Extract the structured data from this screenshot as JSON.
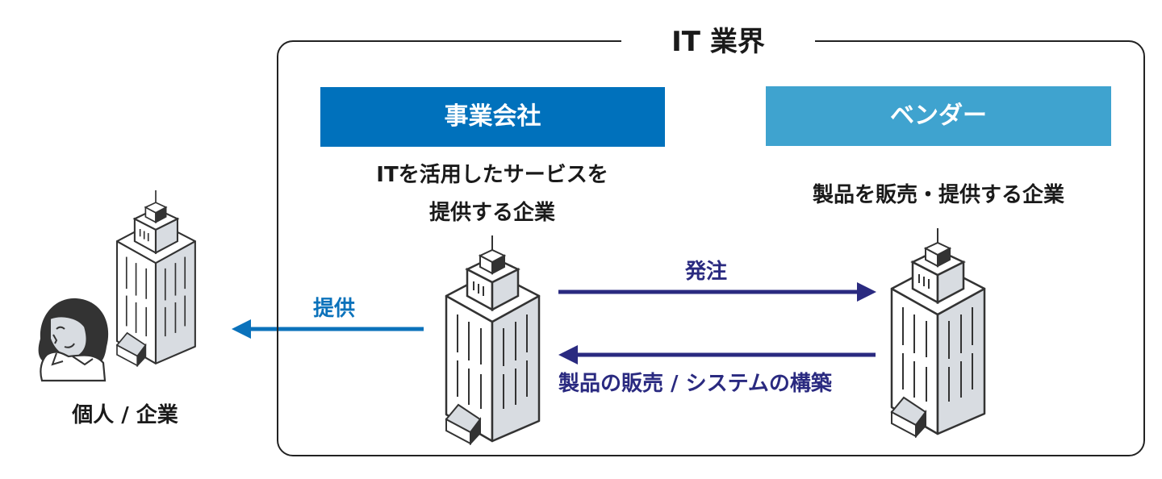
{
  "diagram": {
    "title": "IT 業界",
    "company_box": {
      "label": "事業会社",
      "color": "#0071bc"
    },
    "vendor_box": {
      "label": "ベンダー",
      "color": "#3fa3cf"
    },
    "company_desc": [
      "ITを活用したサービスを",
      "提供する企業"
    ],
    "vendor_desc": "製品を販売・提供する企業",
    "order_label": "発注",
    "supply_label": "製品の販売 / システムの構築",
    "provide_label": "提供",
    "customer_label": "個人 / 企業",
    "colors": {
      "navy": "#2a2a80",
      "blue": "#0b72bb",
      "ink": "#333333",
      "shade": "#d8dce1"
    }
  }
}
